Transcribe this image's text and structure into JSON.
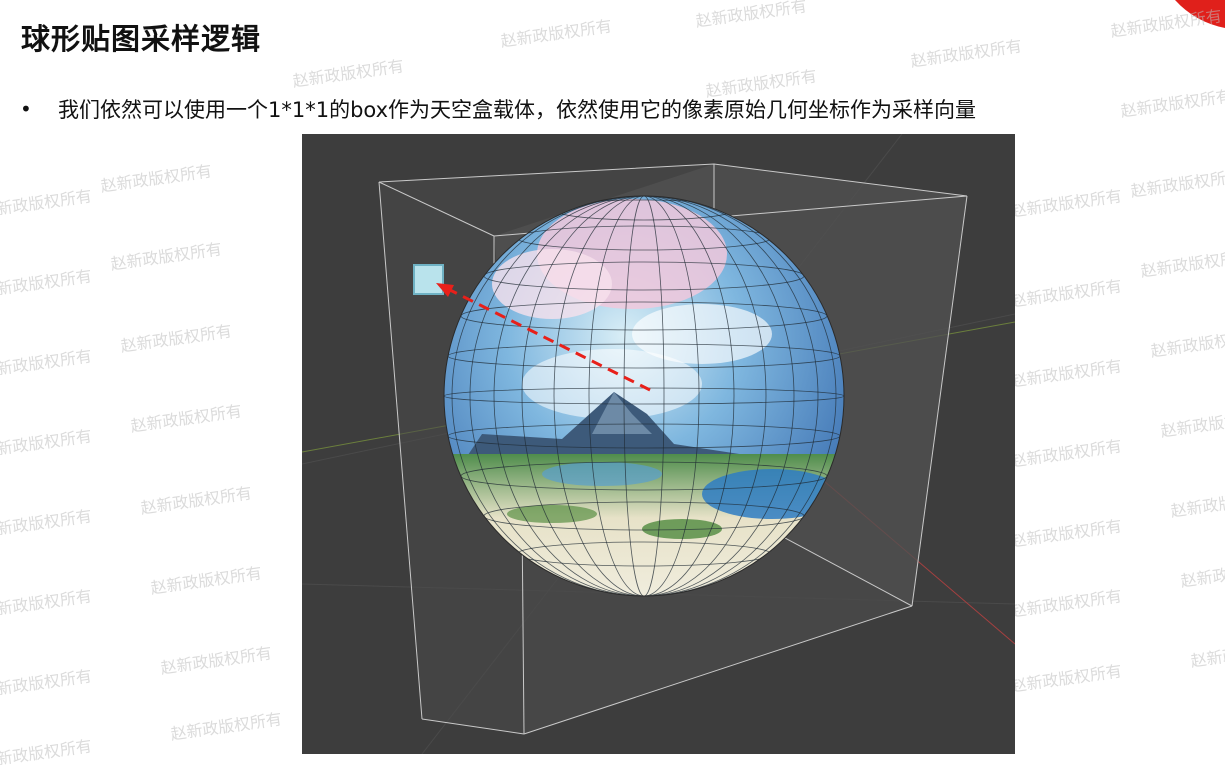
{
  "slide": {
    "title": "球形贴图采样逻辑",
    "bullet": "我们依然可以使用一个1*1*1的box作为天空盒载体，依然使用它的像素原始几何坐标作为采样向量"
  },
  "watermark_text": "赵新政版权所有",
  "figure": {
    "type": "3d-viewport-render",
    "contents": [
      "box-wireframe",
      "textured-sphere",
      "sampling-arrow",
      "sample-square"
    ],
    "arrow_color": "#e8201a",
    "sample_square_color": "#b9e3ec",
    "background_color": "#3d3d3d"
  },
  "accent_color": "#e0201b"
}
